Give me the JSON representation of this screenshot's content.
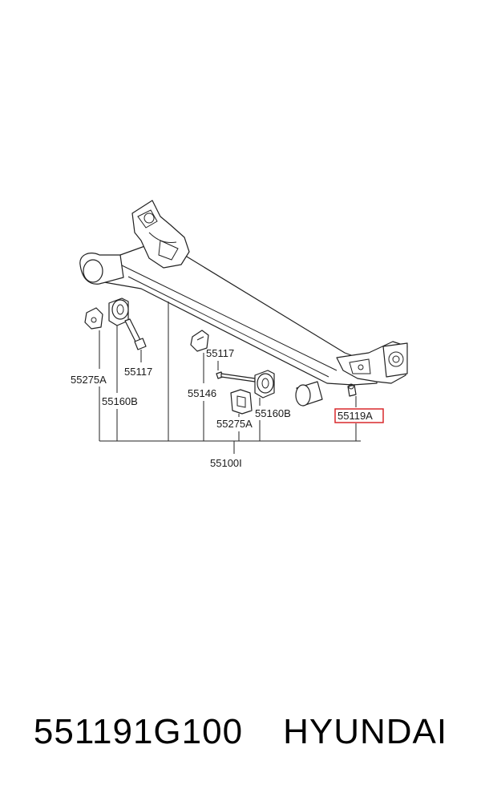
{
  "diagram": {
    "labels": {
      "bushing_left_left": "55275A",
      "bolt_left": "55117",
      "bushing_left": "55160B",
      "bolt_center": "55117",
      "bracket": "55146",
      "bushing_right": "55160B",
      "bushing_right_left": "55275A",
      "selected_part": "55119A",
      "assembly": "55100I"
    },
    "highlight_color": "#d8282c"
  },
  "caption": {
    "part_number": "551191G100",
    "brand": "HYUNDAI"
  }
}
